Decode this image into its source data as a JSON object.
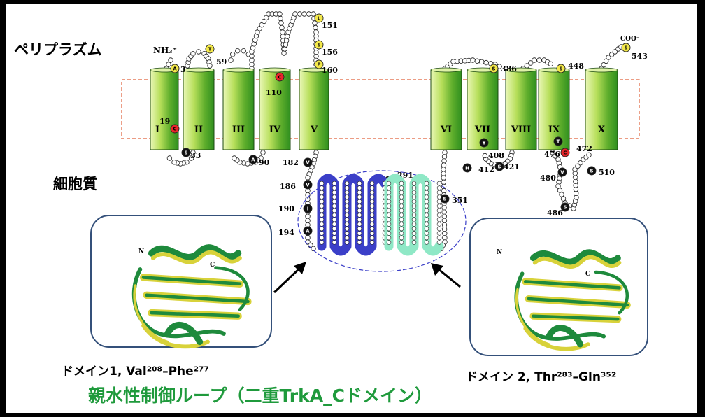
{
  "labels": {
    "periplasm": "ペリプラズム",
    "cytoplasm": "細胞質",
    "n_terminus": "NH₃⁺",
    "c_terminus": "COO⁻"
  },
  "helices": [
    "I",
    "II",
    "III",
    "IV",
    "V",
    "VI",
    "VII",
    "VIII",
    "IX",
    "X"
  ],
  "residue_numbers": [
    "3",
    "19",
    "33",
    "59",
    "90",
    "110",
    "151",
    "156",
    "160",
    "182",
    "186",
    "190",
    "194",
    "291",
    "351",
    "386",
    "408",
    "412",
    "421",
    "448",
    "472",
    "476",
    "480",
    "486",
    "510",
    "543"
  ],
  "marked_residues": [
    {
      "letter": "A",
      "color": "#f3e84a"
    },
    {
      "letter": "T",
      "color": "#f3e84a"
    },
    {
      "letter": "L",
      "color": "#f3e84a"
    },
    {
      "letter": "S",
      "color": "#f3e84a"
    },
    {
      "letter": "P",
      "color": "#f3e84a"
    },
    {
      "letter": "C",
      "color": "#e8262a"
    },
    {
      "letter": "S",
      "color": "#111111"
    },
    {
      "letter": "A",
      "color": "#111111"
    },
    {
      "letter": "V",
      "color": "#111111"
    },
    {
      "letter": "I",
      "color": "#111111"
    },
    {
      "letter": "Y",
      "color": "#111111"
    },
    {
      "letter": "H",
      "color": "#111111"
    },
    {
      "letter": "T",
      "color": "#111111"
    }
  ],
  "structure_labels": {
    "n": "N",
    "c": "C"
  },
  "captions": {
    "domain1": "ドメイン1, Val²⁰⁸–Phe²⁷⁷",
    "domain2": "ドメイン 2, Thr²⁸³–Gln³⁵²"
  },
  "title": "親水性制御ループ（二重TrkA_Cドメイン）",
  "colors": {
    "helix_light": "#d8ef9a",
    "helix_dark": "#2f8f1f",
    "membrane_border": "#e0603a",
    "domain1_loop": "#3b3fc8",
    "domain2_loop": "#8fe8c6",
    "loop_ellipse": "#3b3fc8",
    "inset_border": "#34507a",
    "title_green": "#1f9a3c",
    "structure_green": "#1e8a3c",
    "structure_yellow": "#d8d23a"
  }
}
